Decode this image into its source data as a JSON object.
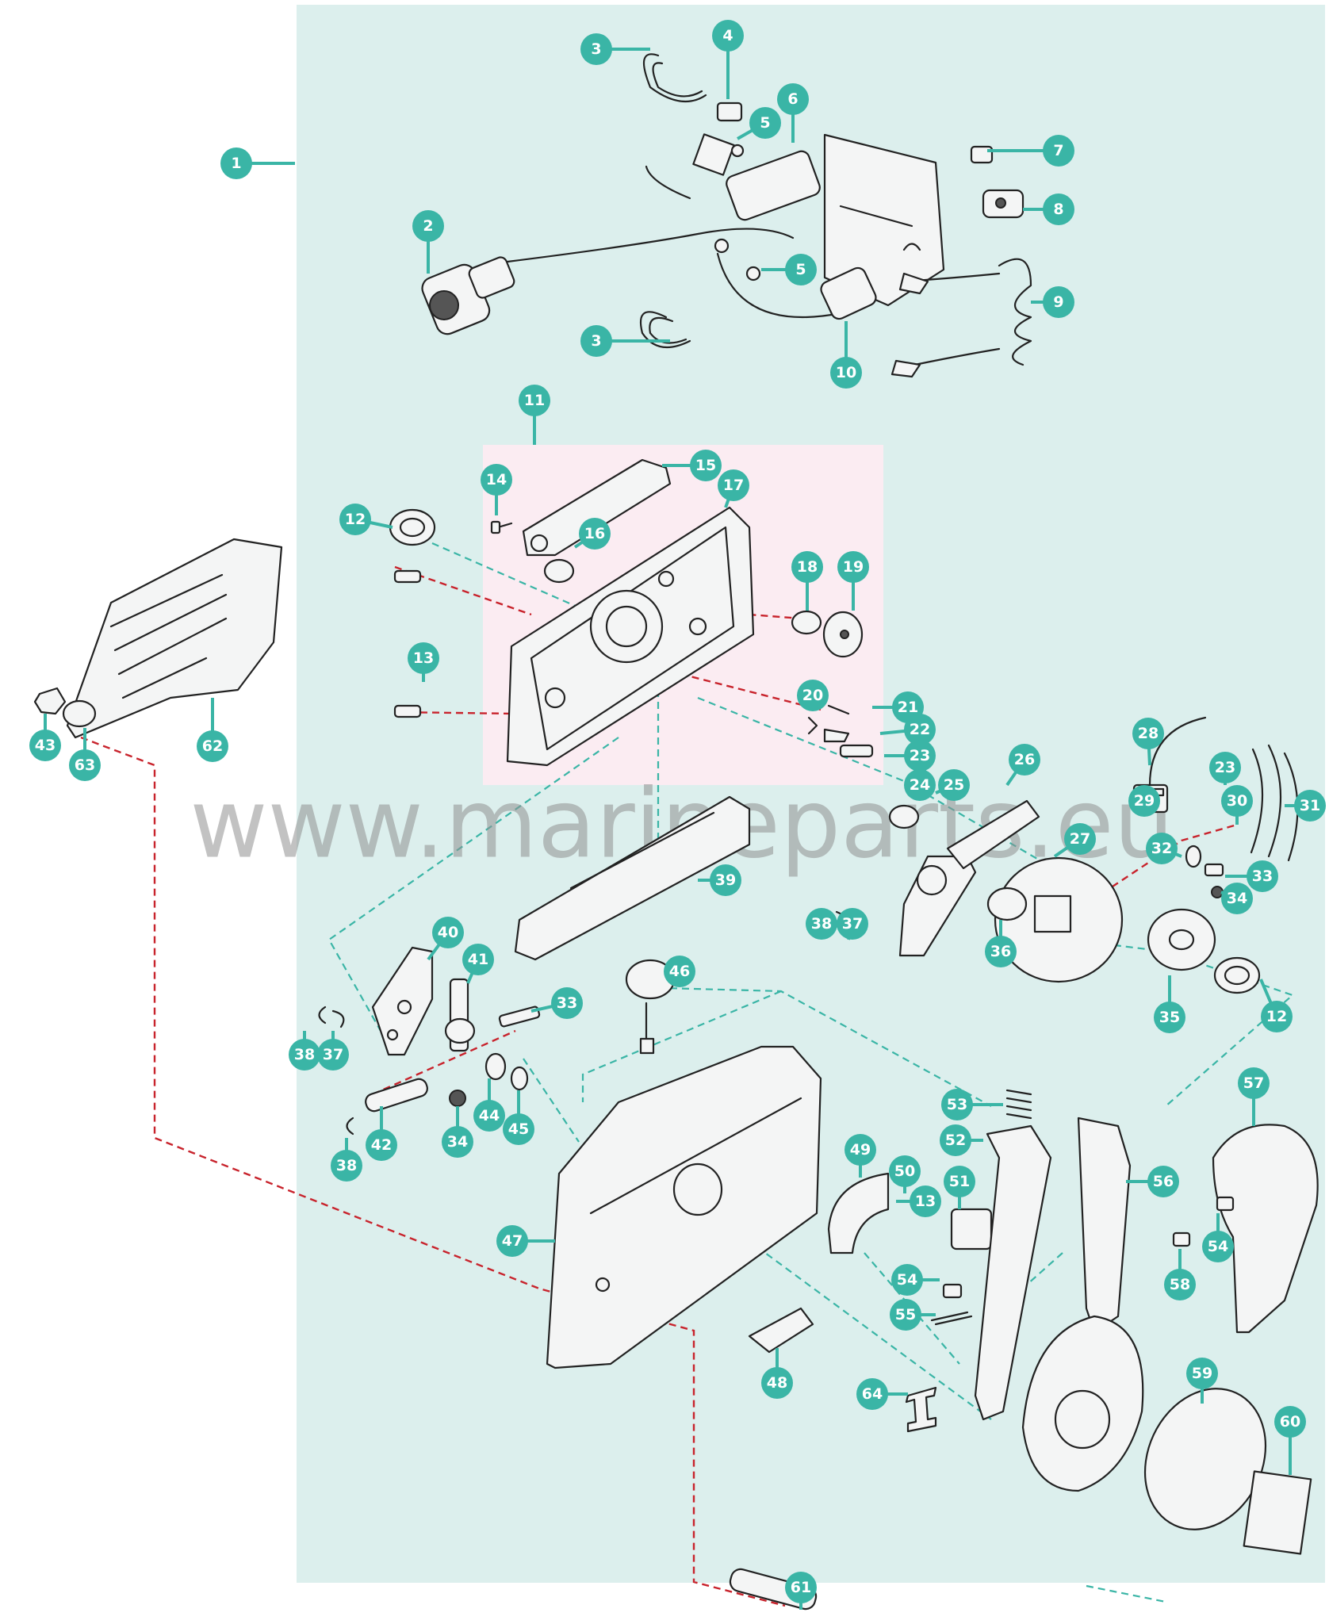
{
  "watermark": "www.marineparts.eu",
  "colors": {
    "panel": "#dcefed",
    "subpanel": "#fbecf2",
    "accent": "#3ab5a6",
    "dash_red": "#c8232c"
  },
  "callouts": [
    {
      "n": "1"
    },
    {
      "n": "2"
    },
    {
      "n": "3"
    },
    {
      "n": "3"
    },
    {
      "n": "4"
    },
    {
      "n": "5"
    },
    {
      "n": "5"
    },
    {
      "n": "6"
    },
    {
      "n": "7"
    },
    {
      "n": "8"
    },
    {
      "n": "9"
    },
    {
      "n": "10"
    },
    {
      "n": "11"
    },
    {
      "n": "12"
    },
    {
      "n": "12"
    },
    {
      "n": "13"
    },
    {
      "n": "13"
    },
    {
      "n": "14"
    },
    {
      "n": "15"
    },
    {
      "n": "16"
    },
    {
      "n": "17"
    },
    {
      "n": "18"
    },
    {
      "n": "19"
    },
    {
      "n": "20"
    },
    {
      "n": "21"
    },
    {
      "n": "22"
    },
    {
      "n": "23"
    },
    {
      "n": "23"
    },
    {
      "n": "24"
    },
    {
      "n": "25"
    },
    {
      "n": "26"
    },
    {
      "n": "27"
    },
    {
      "n": "28"
    },
    {
      "n": "29"
    },
    {
      "n": "30"
    },
    {
      "n": "31"
    },
    {
      "n": "32"
    },
    {
      "n": "33"
    },
    {
      "n": "33"
    },
    {
      "n": "34"
    },
    {
      "n": "34"
    },
    {
      "n": "35"
    },
    {
      "n": "36"
    },
    {
      "n": "37"
    },
    {
      "n": "37"
    },
    {
      "n": "38"
    },
    {
      "n": "38"
    },
    {
      "n": "38"
    },
    {
      "n": "39"
    },
    {
      "n": "40"
    },
    {
      "n": "41"
    },
    {
      "n": "42"
    },
    {
      "n": "43"
    },
    {
      "n": "44"
    },
    {
      "n": "45"
    },
    {
      "n": "46"
    },
    {
      "n": "47"
    },
    {
      "n": "48"
    },
    {
      "n": "49"
    },
    {
      "n": "50"
    },
    {
      "n": "51"
    },
    {
      "n": "52"
    },
    {
      "n": "53"
    },
    {
      "n": "54"
    },
    {
      "n": "54"
    },
    {
      "n": "55"
    },
    {
      "n": "56"
    },
    {
      "n": "57"
    },
    {
      "n": "58"
    },
    {
      "n": "59"
    },
    {
      "n": "60"
    },
    {
      "n": "61"
    },
    {
      "n": "62"
    },
    {
      "n": "63"
    },
    {
      "n": "64"
    }
  ]
}
